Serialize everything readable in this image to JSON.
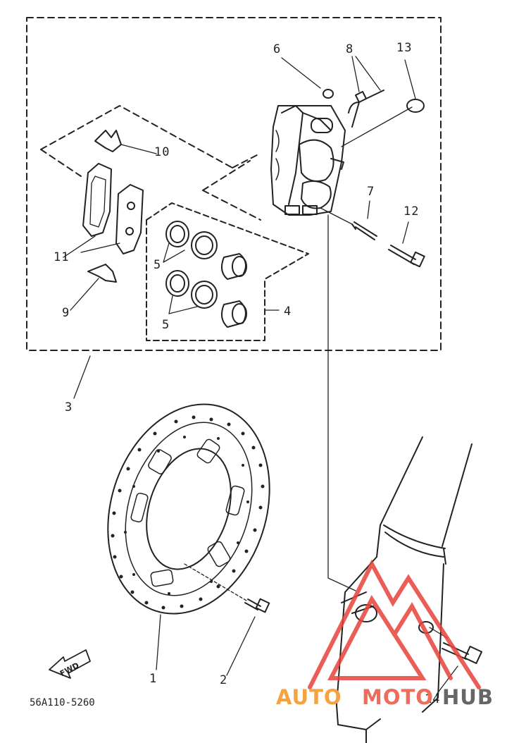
{
  "diagram_code": "56A110-5260",
  "watermark": {
    "part1": "AUTO",
    "part2": "MOTO",
    "part3": "HUB"
  },
  "callouts": [
    "1",
    "2",
    "3",
    "4",
    "5",
    "5",
    "6",
    "7",
    "8",
    "9",
    "10",
    "11",
    "12",
    "13",
    "14"
  ],
  "arrow_label": "FWD",
  "colors": {
    "line": "#222222",
    "watermark_red": "#e8413a",
    "watermark_orange": "#f4a340",
    "watermark_gray": "#666666"
  }
}
